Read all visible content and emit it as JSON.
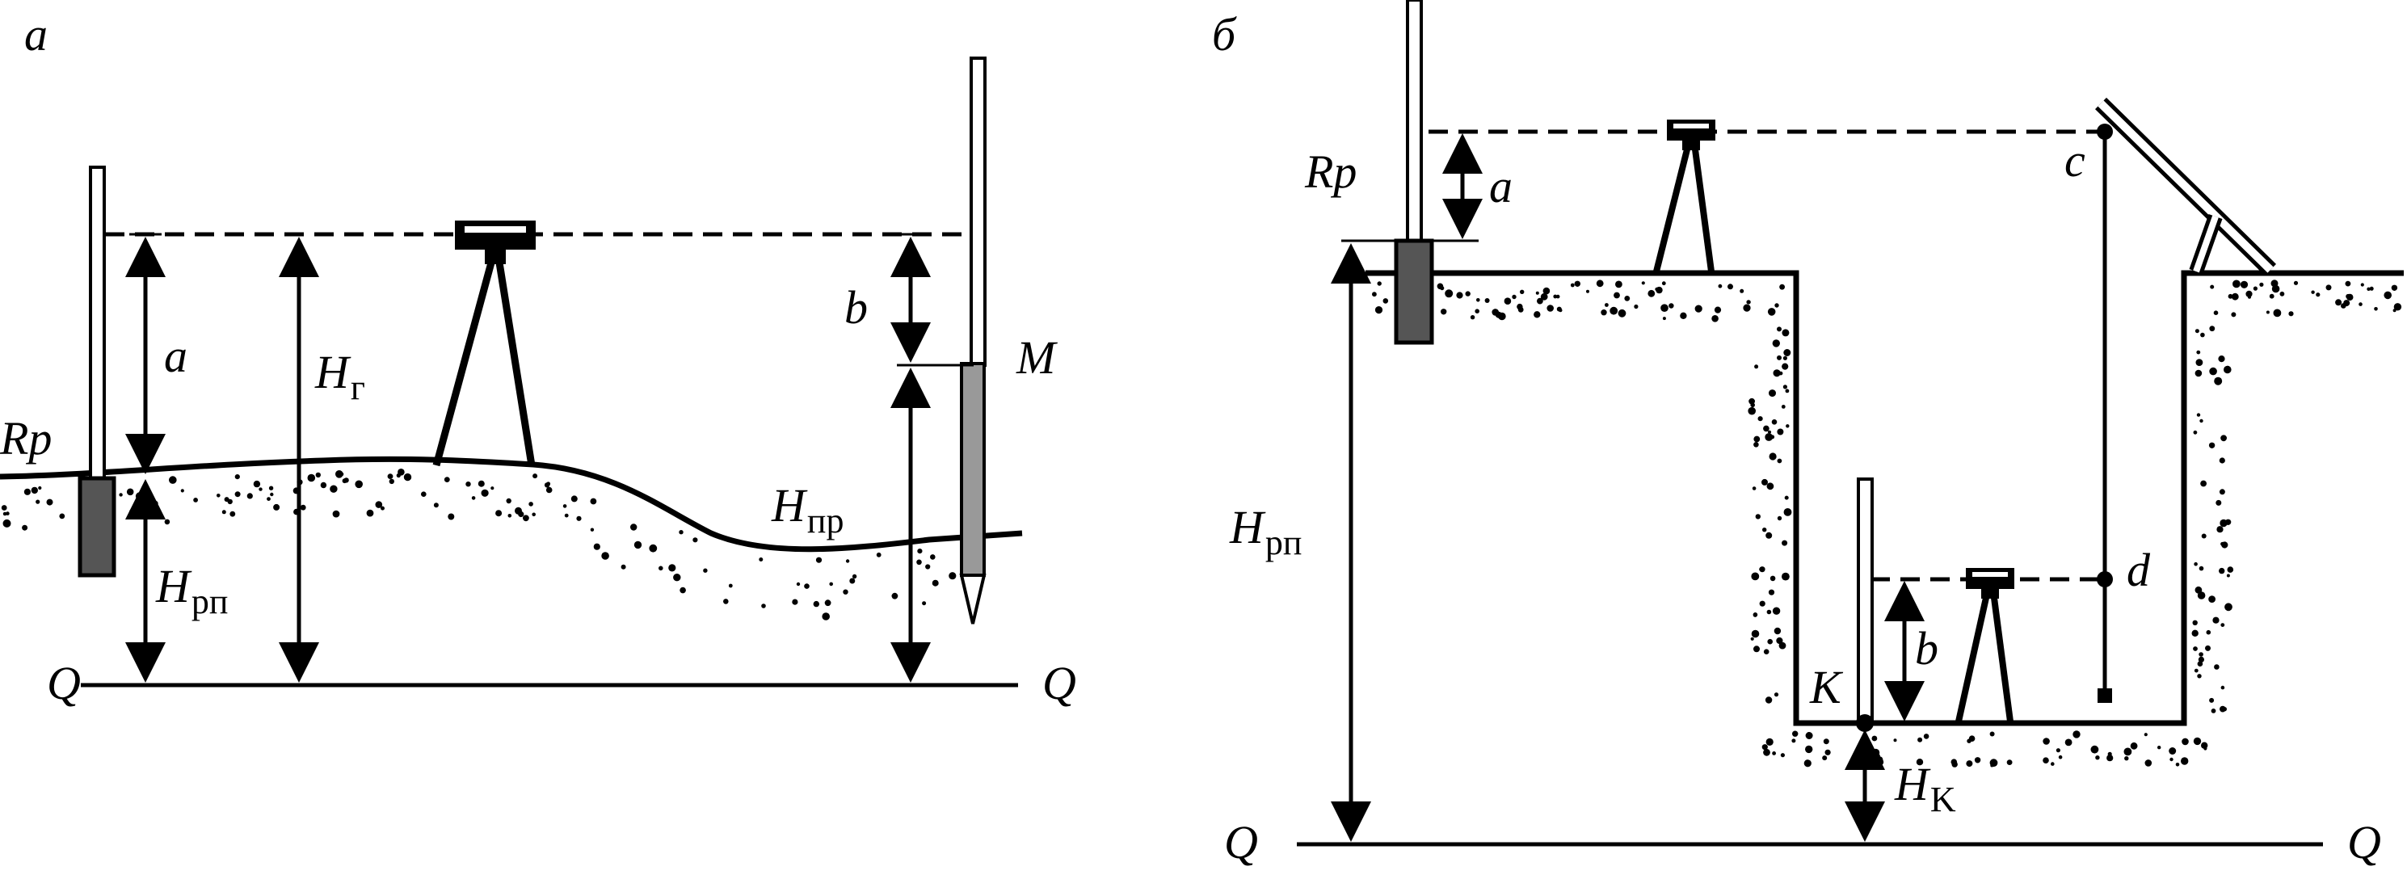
{
  "diagram_a": {
    "panel_label": "а",
    "benchmark": "Rp",
    "backsight": "a",
    "instrument_height_main": "H",
    "instrument_height_sub": "г",
    "foresight": "b",
    "point": "M",
    "point_height_main": "H",
    "point_height_sub": "пр",
    "benchmark_height_main": "H",
    "benchmark_height_sub": "рп",
    "datum_left": "Q",
    "datum_right": "Q"
  },
  "diagram_b": {
    "panel_label": "б",
    "benchmark": "Rp",
    "backsight": "a",
    "point_c": "c",
    "point_d": "d",
    "foresight": "b",
    "point_k": "K",
    "benchmark_height_main": "H",
    "benchmark_height_sub": "рп",
    "point_k_height_main": "H",
    "point_k_height_sub": "K",
    "datum_left": "Q",
    "datum_right": "Q"
  },
  "colors": {
    "ink": "#000000",
    "staff_fill": "#555555",
    "background": "#ffffff"
  }
}
